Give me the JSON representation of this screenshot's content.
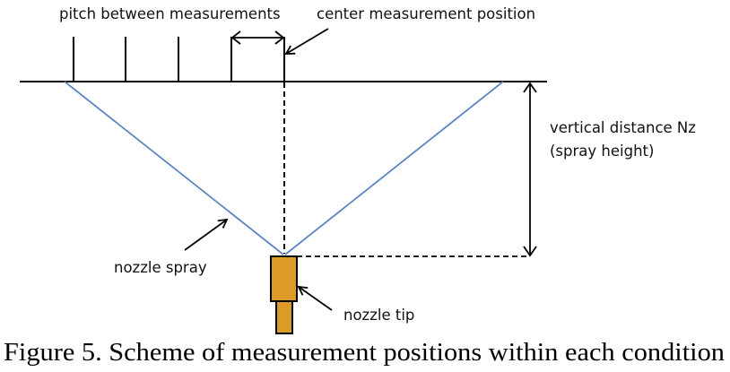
{
  "labels": {
    "pitch": "pitch between measurements",
    "center": "center measurement position",
    "vertical_line1": "vertical distance Nz",
    "vertical_line2": "(spray height)",
    "spray": "nozzle spray",
    "tip": "nozzle tip"
  },
  "caption": "Figure 5. Scheme of measurement positions within each condition",
  "colors": {
    "line": "#000000",
    "spray": "#5b86c0",
    "nozzle_fill": "#dc9a28",
    "text": "#111111"
  },
  "measurement_tick_count": 5
}
